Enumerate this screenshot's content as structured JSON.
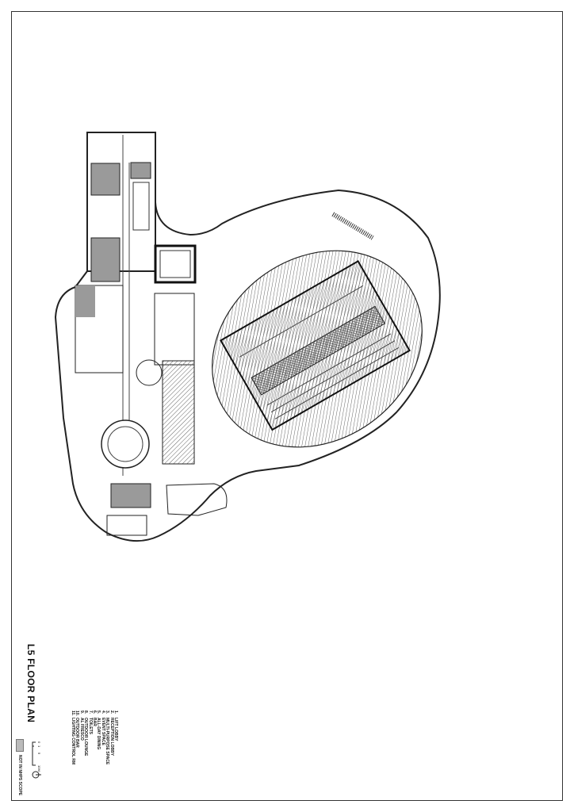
{
  "title": "L5 FLOOR PLAN",
  "legend": {
    "items": [
      {
        "num": "1.",
        "label": "LIFT LOBBY"
      },
      {
        "num": "2.",
        "label": "RECEPTION LOBBY"
      },
      {
        "num": "3.",
        "label": "MULTI-PURPOSE SPACE"
      },
      {
        "num": "4.",
        "label": "EVENT SPACE"
      },
      {
        "num": "5.",
        "label": "ALL-DAY DINING"
      },
      {
        "num": "6.",
        "label": "BAR"
      },
      {
        "num": "7.",
        "label": "TOILETS"
      },
      {
        "num": "8.",
        "label": "OUTDOOR LOUNGE"
      },
      {
        "num": "9.",
        "label": "AL FRESCO"
      },
      {
        "num": "10.",
        "label": "OUTDOOR BAR"
      },
      {
        "num": "11.",
        "label": "LIGHTING CONTROL RM"
      }
    ],
    "scope_note": "NOT IN NHPS SCOPE",
    "scale_labels": [
      "0",
      "1",
      "5",
      "10M"
    ]
  },
  "colors": {
    "line": "#222222",
    "not_in_scope": "#bbbbbb",
    "hatch": "#555555"
  }
}
